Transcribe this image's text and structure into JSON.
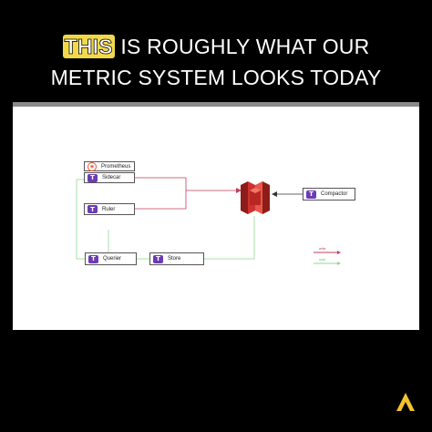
{
  "headline": {
    "highlight": "THIS",
    "line1_rest": " IS ROUGHLY WHAT OUR",
    "line2": "METRIC SYSTEM LOOKS TODAY"
  },
  "diagram": {
    "nodes": {
      "prometheus": "Prometheus",
      "sidecar": "Sidecar",
      "ruler": "Ruler",
      "querier": "Querier",
      "store": "Store",
      "compactor": "Compactor"
    },
    "icons": {
      "thanos": "T",
      "prometheus": "◉"
    },
    "legend": {
      "write": "write",
      "read": "read"
    }
  },
  "colors": {
    "background": "#000000",
    "highlight": "#f2d94a",
    "write_line": "#c0405a",
    "read_line": "#8fd88f",
    "thanos_purple": "#6c3bb5",
    "s3_red": "#d0312d",
    "logo_yellow": "#f2c230"
  }
}
